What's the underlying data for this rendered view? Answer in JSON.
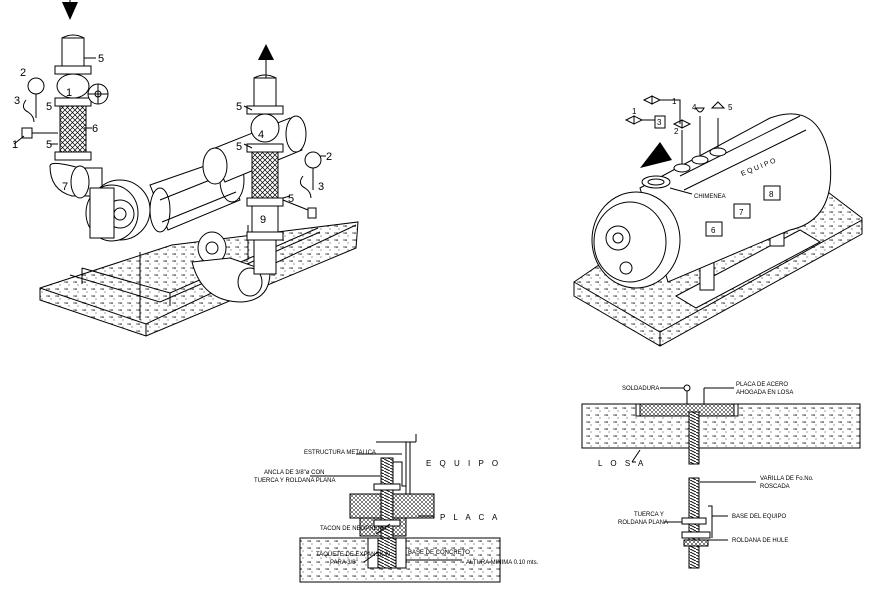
{
  "drawing1": {
    "numbers": [
      "2",
      "3",
      "1",
      "5",
      "1",
      "5",
      "6",
      "7",
      "5",
      "4",
      "5",
      "2",
      "3",
      "9",
      "5",
      "5"
    ]
  },
  "drawing2": {
    "numbers": [
      "1",
      "1",
      "2",
      "3",
      "4",
      "5",
      "6",
      "7",
      "8"
    ],
    "label_equipo": "E Q U I P O",
    "label_chimenea": "CHIMENEA"
  },
  "detail_a": {
    "estructura": "ESTRUCTURA METALICA",
    "ancla_1": "ANCLA DE 3/8\"ø CON",
    "ancla_2": "TUERCA Y ROLDANA PLANA",
    "equipo": "E Q U I P O",
    "placa": "P L A C A",
    "tacon": "TACON DE NEOPRENO",
    "taquete_1": "TAQUETE DE EXPANSION",
    "taquete_2": "PARA 3/8\"",
    "base_concreto": "BASE DE CONCRETO",
    "altura": "ALTURA MINIMA 0.10 mts."
  },
  "detail_b": {
    "soldadura": "SOLDADURA",
    "placa_1": "PLACA DE ACERO",
    "placa_2": "AHOGADA EN LOSA",
    "losa": "L O S A",
    "varilla_1": "VARILLA DE Fo.No.",
    "varilla_2": "ROSCADA",
    "tuerca_1": "TUERCA Y",
    "tuerca_2": "ROLDANA PLANA",
    "base_equipo": "BASE DEL EQUIPO",
    "roldana_hule": "ROLDANA DE HULE"
  }
}
